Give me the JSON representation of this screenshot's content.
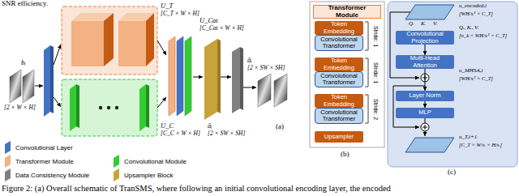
{
  "diagram": {
    "caption": "Figure 2: (a) Overall schematic of TranSMS, where following an initial convolutional encoding layer, the encoded",
    "nodes": [
      {
        "text": [
          "Transformer Module"
        ]
      },
      {
        "text": [
          "Token Embedding"
        ]
      },
      {
        "text": [
          "Convolutional Transformer"
        ]
      },
      {
        "text": [
          "Token Embedding"
        ]
      },
      {
        "text": [
          "Convolutional Transformer"
        ]
      },
      {
        "text": [
          "Token Embedding"
        ]
      },
      {
        "text": [
          "Convolutional Transformer"
        ]
      },
      {
        "text": [
          "Upsampler"
        ]
      },
      {
        "text": [
          "Convolutional Projection"
        ]
      },
      {
        "text": [
          "Multi-Head Attention"
        ]
      },
      {
        "text": [
          "Layer Norm"
        ]
      },
      {
        "text": [
          "MLP"
        ]
      }
    ],
    "edges": [
      {
        "from": 8,
        "to": 9,
        "arrow": "to"
      },
      {
        "from": 9,
        "to": 10,
        "arrow": "to"
      },
      {
        "from": 10,
        "to": 11,
        "arrow": "to"
      }
    ],
    "labels": [
      "SNR efficiency.",
      "bᵢ",
      "[2 × W × H]",
      "U_T",
      "[C_T × W × H]",
      "U_Cat",
      "[C_Cat × W × H]",
      "U_C",
      "[C_C × W × H]",
      "âᵢ",
      "[2 × SW × SH]",
      "ãᵢ",
      "[2 × SW × SH]",
      "(a)",
      "Stride: 1",
      "Stride: 1",
      "Stride: 2",
      "(b)",
      "u_encoded,i",
      "[WH/sᵢ² × C_T]",
      "Qᵢ",
      "Kᵢ",
      "Vᵢ",
      "Qᵢ, Kᵢ, Vᵢ",
      "[n_k × WH/sᵢ² × C_T]",
      "u_MHSA,i",
      "[WH/sᵢ² × C_T]",
      "u_T,i+1",
      "[C_T × W/sᵢ × H/sᵢ]",
      "(c)"
    ],
    "legend": [
      {
        "text": "Convolutional Layer",
        "color": "#4472c4"
      },
      {
        "text": "Transformer Module",
        "color": "#f4b183"
      },
      {
        "text": "Convolutional Module",
        "color": "#33cc33"
      },
      {
        "text": "Data Consistency Module",
        "color": "#808080"
      },
      {
        "text": "Upsampler Block",
        "color": "#c9a33a"
      }
    ]
  }
}
